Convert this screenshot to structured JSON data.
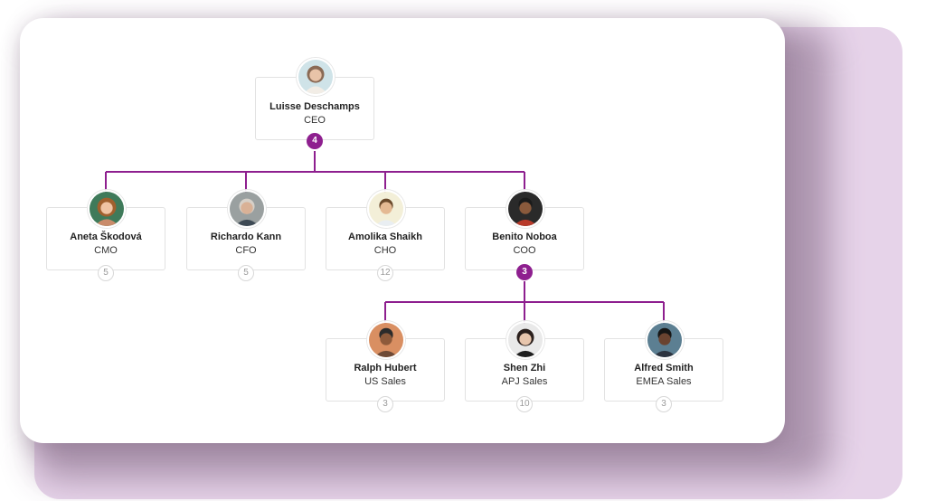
{
  "accent_color": "#8e1f8f",
  "people": {
    "ceo": {
      "name": "Luisse Deschamps",
      "role": "CEO",
      "reports": "4",
      "avatar_icon": "woman-portrait-icon"
    },
    "cmo": {
      "name": "Aneta Škodová",
      "role": "CMO",
      "reports": "5",
      "avatar_icon": "woman-portrait-icon"
    },
    "cfo": {
      "name": "Richardo Kann",
      "role": "CFO",
      "reports": "5",
      "avatar_icon": "man-portrait-icon"
    },
    "cho": {
      "name": "Amolika Shaikh",
      "role": "CHO",
      "reports": "12",
      "avatar_icon": "man-portrait-icon"
    },
    "coo": {
      "name": "Benito Noboa",
      "role": "COO",
      "reports": "3",
      "avatar_icon": "man-portrait-icon"
    },
    "us_sales": {
      "name": "Ralph Hubert",
      "role": "US Sales",
      "reports": "3",
      "avatar_icon": "man-portrait-icon"
    },
    "apj_sales": {
      "name": "Shen Zhi",
      "role": "APJ Sales",
      "reports": "10",
      "avatar_icon": "woman-portrait-icon"
    },
    "emea_sales": {
      "name": "Alfred Smith",
      "role": "EMEA Sales",
      "reports": "3",
      "avatar_icon": "man-portrait-icon"
    }
  }
}
